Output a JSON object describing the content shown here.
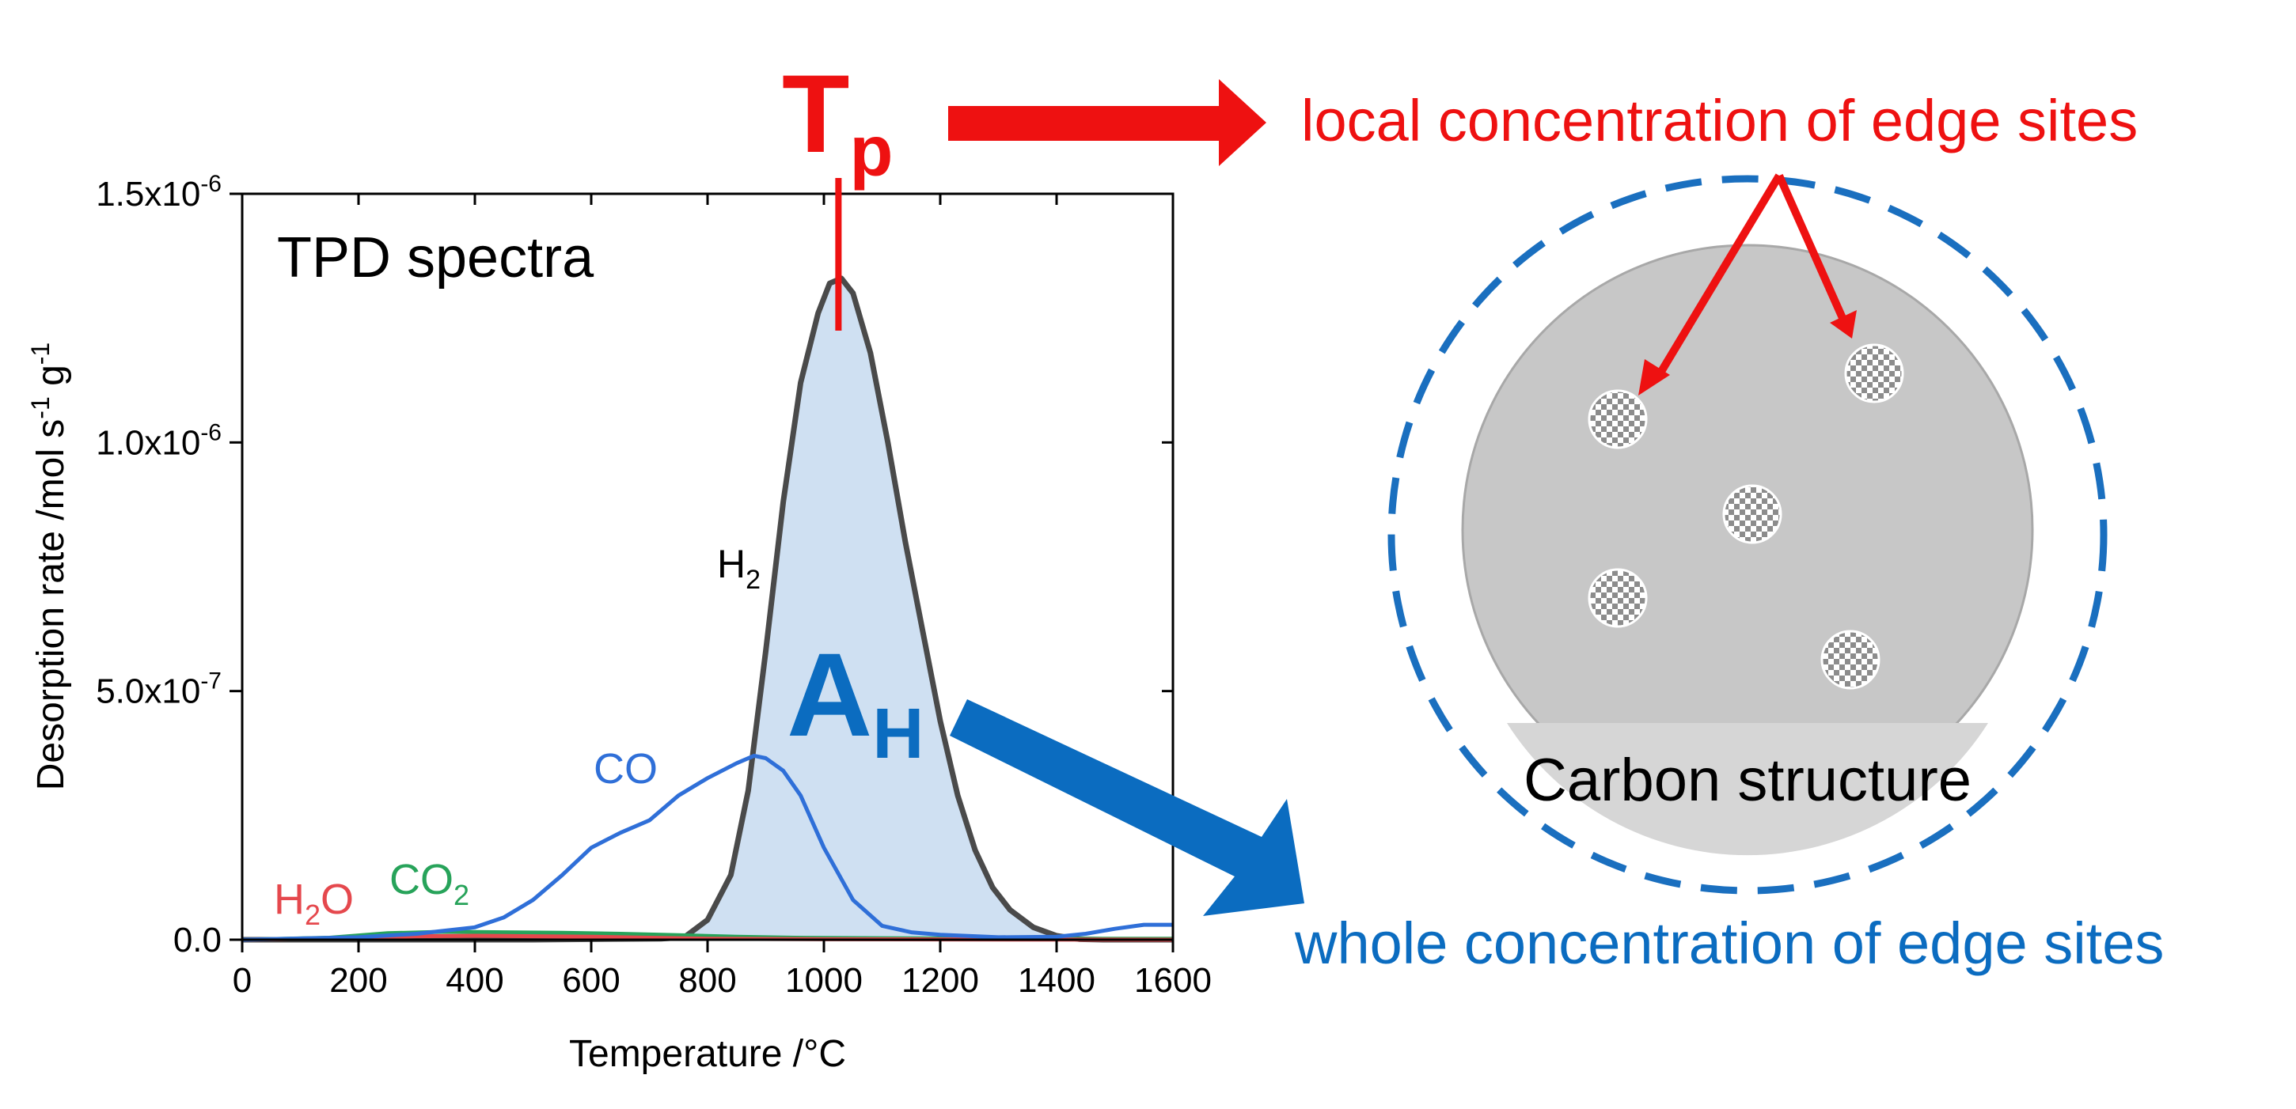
{
  "colors": {
    "h2_line": "#4a4a4a",
    "h2_fill": "#cfe0f2",
    "co": "#2f6fd8",
    "co2": "#27a35a",
    "h2o": "#e5484d",
    "tp_red": "#ee1111",
    "ah_blue": "#0b6cc0",
    "carbon_gray": "#c7c7c7",
    "dashed_circle": "#1a6fbf"
  },
  "labels": {
    "panel_title": "TPD spectra",
    "tp_main": "T",
    "tp_sub": "p",
    "ah_main": "A",
    "ah_sub": "H",
    "local_concentration": "local concentration of edge sites",
    "whole_concentration": "whole concentration of edge sites",
    "carbon_structure": "Carbon structure"
  },
  "chart_data": {
    "type": "area",
    "xlabel": "Temperature /°C",
    "ylabel_parts": [
      "Desorption rate /mol s",
      "-1",
      " g",
      "-1"
    ],
    "xlim": [
      0,
      1600
    ],
    "ylim": [
      0,
      1.5e-06
    ],
    "x_ticks": [
      0,
      200,
      400,
      600,
      800,
      1000,
      1200,
      1400,
      1600
    ],
    "x_tick_labels": [
      "0",
      "200",
      "400",
      "600",
      "800",
      "1000",
      "1200",
      "1400",
      "1600"
    ],
    "y_ticks": [
      0,
      5e-07,
      1e-06,
      1.5e-06
    ],
    "y_tick_labels": [
      {
        "base": "0.0",
        "exp": ""
      },
      {
        "base": "5.0x10",
        "exp": "-7"
      },
      {
        "base": "1.0x10",
        "exp": "-6"
      },
      {
        "base": "1.5x10",
        "exp": "-6"
      }
    ],
    "peak_temperature": 1025,
    "series": [
      {
        "name": "H2",
        "label_main": "H",
        "label_sub": "2",
        "x": [
          0,
          500,
          720,
          760,
          800,
          840,
          870,
          900,
          930,
          960,
          990,
          1010,
          1030,
          1050,
          1080,
          1110,
          1140,
          1170,
          1200,
          1230,
          1260,
          1290,
          1320,
          1360,
          1400,
          1440,
          1480,
          1520,
          1600
        ],
        "y": [
          0,
          0,
          2e-09,
          5e-09,
          4e-08,
          1.3e-07,
          3e-07,
          5.8e-07,
          8.8e-07,
          1.12e-06,
          1.26e-06,
          1.32e-06,
          1.33e-06,
          1.3e-06,
          1.18e-06,
          1e-06,
          8e-07,
          6.2e-07,
          4.4e-07,
          2.9e-07,
          1.8e-07,
          1.05e-07,
          6e-08,
          2.5e-08,
          8e-09,
          1e-09,
          0,
          0,
          0
        ]
      },
      {
        "name": "CO",
        "label_main": "CO",
        "label_sub": "",
        "x": [
          0,
          200,
          300,
          400,
          450,
          500,
          550,
          600,
          650,
          700,
          750,
          800,
          850,
          880,
          900,
          930,
          960,
          1000,
          1050,
          1100,
          1150,
          1200,
          1300,
          1400,
          1450,
          1500,
          1550,
          1600
        ],
        "y": [
          0,
          5e-09,
          1.2e-08,
          2.5e-08,
          4.5e-08,
          8e-08,
          1.3e-07,
          1.85e-07,
          2.15e-07,
          2.4e-07,
          2.9e-07,
          3.25e-07,
          3.55e-07,
          3.7e-07,
          3.65e-07,
          3.4e-07,
          2.9e-07,
          1.85e-07,
          8e-08,
          2.8e-08,
          1.5e-08,
          1e-08,
          5e-09,
          6e-09,
          1.2e-08,
          2.2e-08,
          3e-08,
          3e-08
        ]
      },
      {
        "name": "CO2",
        "label_main": "CO",
        "label_sub": "2",
        "x": [
          0,
          150,
          250,
          350,
          450,
          550,
          650,
          750,
          850,
          950,
          1100,
          1300,
          1600
        ],
        "y": [
          0,
          4e-09,
          1.3e-08,
          1.6e-08,
          1.5e-08,
          1.4e-08,
          1.2e-08,
          9e-09,
          6e-09,
          4e-09,
          3e-09,
          2e-09,
          2e-09
        ]
      },
      {
        "name": "H2O",
        "label_main": "H",
        "label_sub": "2",
        "label_tail": "O",
        "x": [
          0,
          200,
          300,
          400,
          500,
          600,
          700,
          800,
          1000,
          1600
        ],
        "y": [
          0,
          4e-09,
          7e-09,
          8e-09,
          7e-09,
          6e-09,
          4e-09,
          2e-09,
          1e-09,
          0
        ]
      }
    ]
  }
}
